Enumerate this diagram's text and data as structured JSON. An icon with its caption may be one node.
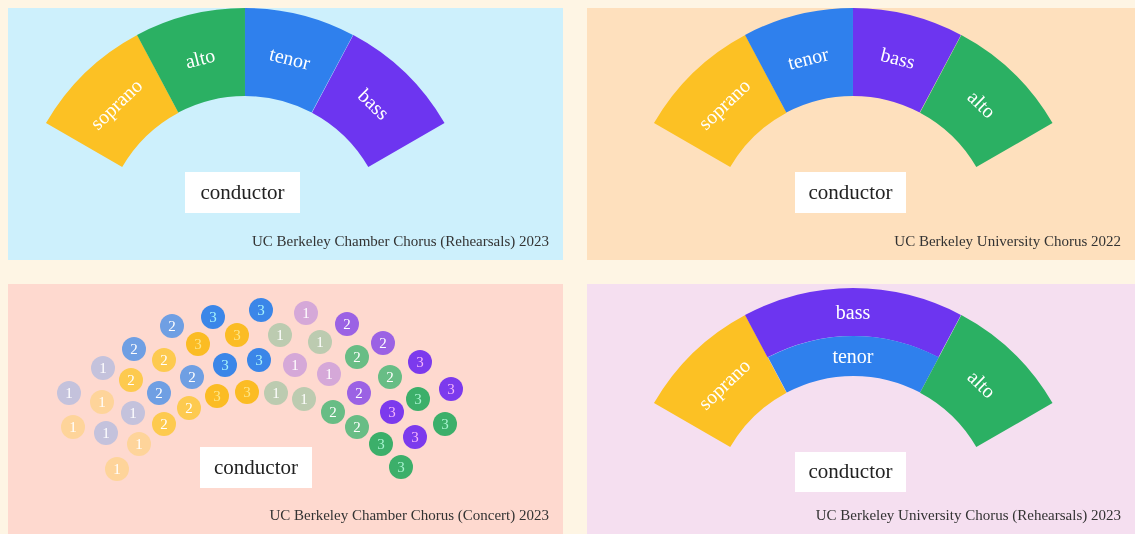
{
  "diagram": {
    "nodes": [
      {
        "text": [
          "UC Berkeley Chamber Chorus (Rehearsals) 2023"
        ]
      },
      {
        "text": [
          "soprano"
        ],
        "in": 0
      },
      {
        "text": [
          "alto"
        ],
        "in": 0
      },
      {
        "text": [
          "tenor"
        ],
        "in": 0
      },
      {
        "text": [
          "bass"
        ],
        "in": 0
      },
      {
        "text": [
          "conductor"
        ],
        "in": 0
      },
      {
        "text": [
          "UC Berkeley University Chorus 2022"
        ]
      },
      {
        "text": [
          "soprano"
        ],
        "in": 6
      },
      {
        "text": [
          "tenor"
        ],
        "in": 6
      },
      {
        "text": [
          "bass"
        ],
        "in": 6
      },
      {
        "text": [
          "alto"
        ],
        "in": 6
      },
      {
        "text": [
          "conductor"
        ],
        "in": 6
      },
      {
        "text": [
          "UC Berkeley Chamber Chorus (Concert) 2023"
        ]
      },
      {
        "text": [
          "1"
        ],
        "in": 12
      },
      {
        "text": [
          "1"
        ],
        "in": 12
      },
      {
        "text": [
          "1"
        ],
        "in": 12
      },
      {
        "text": [
          "1"
        ],
        "in": 12
      },
      {
        "text": [
          "1"
        ],
        "in": 12
      },
      {
        "text": [
          "1"
        ],
        "in": 12
      },
      {
        "text": [
          "2"
        ],
        "in": 12
      },
      {
        "text": [
          "1"
        ],
        "in": 12
      },
      {
        "text": [
          "2"
        ],
        "in": 12
      },
      {
        "text": [
          "1"
        ],
        "in": 12
      },
      {
        "text": [
          "2"
        ],
        "in": 12
      },
      {
        "text": [
          "2"
        ],
        "in": 12
      },
      {
        "text": [
          "2"
        ],
        "in": 12
      },
      {
        "text": [
          "2"
        ],
        "in": 12
      },
      {
        "text": [
          "2"
        ],
        "in": 12
      },
      {
        "text": [
          "2"
        ],
        "in": 12
      },
      {
        "text": [
          "3"
        ],
        "in": 12
      },
      {
        "text": [
          "3"
        ],
        "in": 12
      },
      {
        "text": [
          "3"
        ],
        "in": 12
      },
      {
        "text": [
          "3"
        ],
        "in": 12
      },
      {
        "text": [
          "3"
        ],
        "in": 12
      },
      {
        "text": [
          "3"
        ],
        "in": 12
      },
      {
        "text": [
          "3"
        ],
        "in": 12
      },
      {
        "text": [
          "3"
        ],
        "in": 12
      },
      {
        "text": [
          "1"
        ],
        "in": 12
      },
      {
        "text": [
          "1"
        ],
        "in": 12
      },
      {
        "text": [
          "1"
        ],
        "in": 12
      },
      {
        "text": [
          "1"
        ],
        "in": 12
      },
      {
        "text": [
          "1"
        ],
        "in": 12
      },
      {
        "text": [
          "1"
        ],
        "in": 12
      },
      {
        "text": [
          "1"
        ],
        "in": 12
      },
      {
        "text": [
          "2"
        ],
        "in": 12
      },
      {
        "text": [
          "2"
        ],
        "in": 12
      },
      {
        "text": [
          "2"
        ],
        "in": 12
      },
      {
        "text": [
          "2"
        ],
        "in": 12
      },
      {
        "text": [
          "2"
        ],
        "in": 12
      },
      {
        "text": [
          "3"
        ],
        "in": 12
      },
      {
        "text": [
          "2"
        ],
        "in": 12
      },
      {
        "text": [
          "2"
        ],
        "in": 12
      },
      {
        "text": [
          "3"
        ],
        "in": 12
      },
      {
        "text": [
          "3"
        ],
        "in": 12
      },
      {
        "text": [
          "3"
        ],
        "in": 12
      },
      {
        "text": [
          "3"
        ],
        "in": 12
      },
      {
        "text": [
          "3"
        ],
        "in": 12
      },
      {
        "text": [
          "3"
        ],
        "in": 12
      },
      {
        "text": [
          "3"
        ],
        "in": 12
      },
      {
        "text": [
          "conductor"
        ],
        "in": 12
      },
      {
        "text": [
          "UC Berkeley University Chorus (Rehearsals) 2023"
        ]
      },
      {
        "text": [
          "soprano"
        ],
        "in": 60
      },
      {
        "text": [
          "bass"
        ],
        "in": 60
      },
      {
        "text": [
          "tenor"
        ],
        "in": 60
      },
      {
        "text": [
          "alto"
        ],
        "in": 60
      },
      {
        "text": [
          "conductor"
        ],
        "in": 60
      }
    ]
  }
}
